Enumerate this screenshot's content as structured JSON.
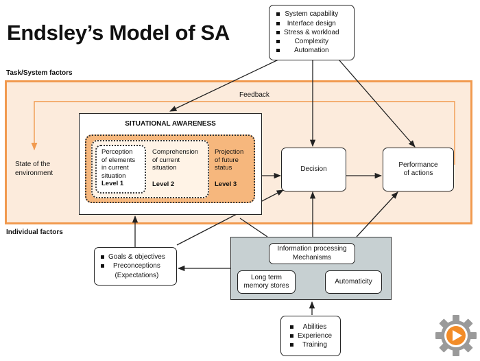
{
  "title": "Endsley’s Model of SA",
  "labels": {
    "task_system_factors": "Task/System factors",
    "individual_factors": "Individual factors",
    "feedback": "Feedback",
    "state_line1": "State of the",
    "state_line2": "environment"
  },
  "system_box": {
    "items": [
      "System capability",
      "Interface design",
      "Stress & workload",
      "Complexity",
      "Automation"
    ]
  },
  "situational_awareness": {
    "title": "SITUATIONAL AWARENESS",
    "level1": {
      "lines": [
        "Perception",
        "of elements",
        "in current",
        "situation"
      ],
      "level": "Level 1"
    },
    "level2": {
      "lines": [
        "Comprehension",
        "of current",
        "situation"
      ],
      "level": "Level 2"
    },
    "level3": {
      "lines": [
        "Projection",
        "of future",
        "status"
      ],
      "level": "Level 3"
    }
  },
  "decision": "Decision",
  "performance": {
    "line1": "Performance",
    "line2": "of actions"
  },
  "goals_box": {
    "items": [
      "Goals & objectives",
      "Preconceptions"
    ],
    "sub": "(Expectations)"
  },
  "info_processing": {
    "line1": "Information processing",
    "line2": "Mechanisms"
  },
  "long_term": {
    "line1": "Long term",
    "line2": "memory stores"
  },
  "automaticity": "Automaticity",
  "abilities_box": {
    "items": [
      "Abilities",
      "Experience",
      "Training"
    ]
  },
  "colors": {
    "band_fill": "#fcebdc",
    "band_border": "#f19a4f",
    "sa_outer_fill": "#f6b77d",
    "grey_fill": "#c7d0d2",
    "logo_orange": "#f28c28",
    "logo_gear": "#9a9a9a"
  },
  "logo": {
    "icon": "gear-play-logo-icon"
  }
}
